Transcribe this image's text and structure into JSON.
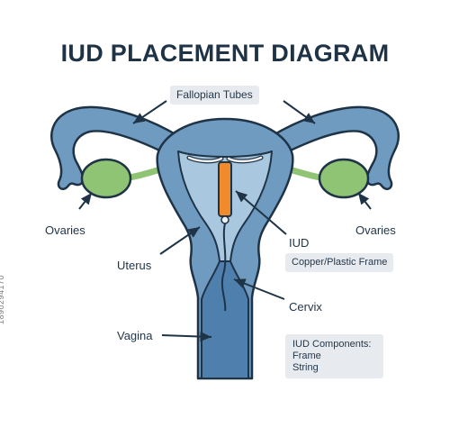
{
  "title": "IUD PLACEMENT DIAGRAM",
  "labels": {
    "fallopian_tubes": "Fallopian Tubes",
    "ovaries_left": "Ovaries",
    "ovaries_right": "Ovaries",
    "uterus": "Uterus",
    "iud": "IUD",
    "cervix": "Cervix",
    "vagina": "Vagina"
  },
  "notes": {
    "iud_material": "Copper/Plastic Frame",
    "components_heading": "IUD Components:",
    "component_1": "Frame",
    "component_2": "String"
  },
  "stock_id": "1890294170",
  "colors": {
    "outline": "#1f3346",
    "outer_tissue": "#6f9bc1",
    "inner_cavity": "#a9c8df",
    "deep_canal": "#4f7fad",
    "ovary": "#8fc474",
    "iud_frame": "#f0f0f0",
    "iud_copper": "#f08a2a",
    "pill_bg": "#e7eaee"
  }
}
